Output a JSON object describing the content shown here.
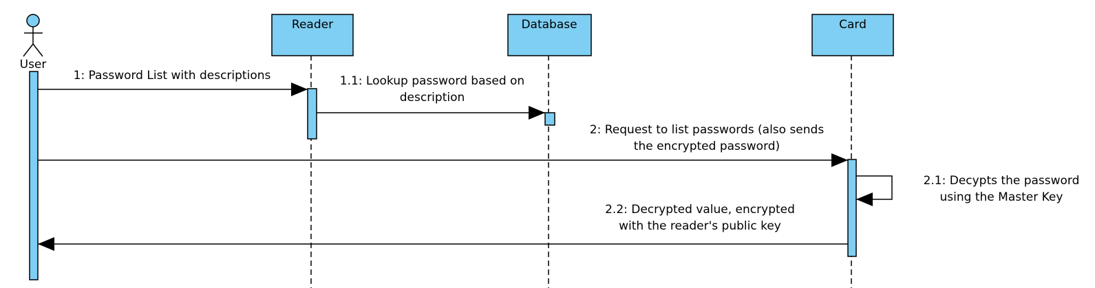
{
  "colors": {
    "fill": "#7fcef3",
    "stroke": "#000000",
    "background": "#ffffff"
  },
  "participants": [
    {
      "id": "user",
      "label": "User",
      "kind": "actor"
    },
    {
      "id": "reader",
      "label": "Reader",
      "kind": "object"
    },
    {
      "id": "database",
      "label": "Database",
      "kind": "object"
    },
    {
      "id": "card",
      "label": "Card",
      "kind": "object"
    }
  ],
  "messages": [
    {
      "id": "m1",
      "from": "user",
      "to": "reader",
      "kind": "sync",
      "lines": [
        "1: Password List with descriptions"
      ]
    },
    {
      "id": "m1-1",
      "from": "reader",
      "to": "database",
      "kind": "sync",
      "lines": [
        "1.1: Lookup password based on",
        "description"
      ]
    },
    {
      "id": "m2",
      "from": "user",
      "to": "card",
      "kind": "sync",
      "lines": [
        "2: Request to list passwords (also sends",
        "the encrypted password)"
      ]
    },
    {
      "id": "m2-1",
      "from": "card",
      "to": "card",
      "kind": "self",
      "lines": [
        "2.1: Decypts the password",
        "using the Master Key"
      ]
    },
    {
      "id": "m2-2",
      "from": "card",
      "to": "user",
      "kind": "return",
      "lines": [
        "2.2: Decrypted value, encrypted",
        "with the reader's public key"
      ]
    }
  ]
}
